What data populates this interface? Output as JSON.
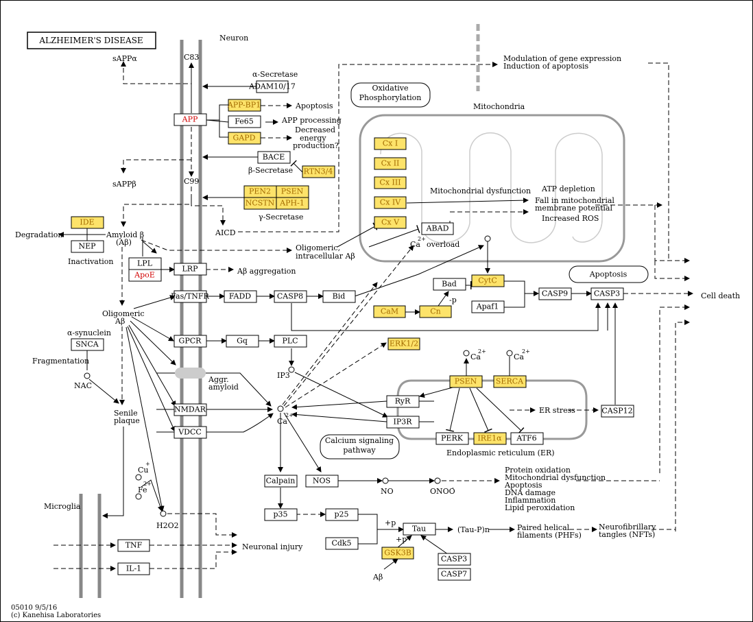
{
  "title": "ALZHEIMER'S DISEASE",
  "footer": {
    "id_line": "05010 9/5/16",
    "copyright": "(c) Kanehisa Laboratories"
  },
  "colors": {
    "highlight": "#fde36a",
    "highlight_text": "#a36b00",
    "red_text": "#d00000",
    "membrane": "#888888"
  },
  "nodes": {
    "adam1017": "ADAM10/17",
    "app_bp1": "APP-BP1",
    "app": "APP",
    "fe65": "Fe65",
    "gapd": "GAPD",
    "bace": "BACE",
    "rtn34": "RTN3/4",
    "pen2": "PEN2",
    "psen1": "PSEN",
    "ncstn": "NCSTN",
    "aph1": "APH-1",
    "ide": "IDE",
    "nep": "NEP",
    "lpl": "LPL",
    "apoe": "ApoE",
    "lrp": "LRP",
    "fastnfr": "Fas/TNFR",
    "fadd": "FADD",
    "casp8": "CASP8",
    "bid": "Bid",
    "gpcr": "GPCR",
    "gq": "Gq",
    "plc": "PLC",
    "snca": "SNCA",
    "nmdar": "NMDAR",
    "vdcc": "VDCC",
    "cx1": "Cx I",
    "cx2": "Cx II",
    "cx3": "Cx III",
    "cx4": "Cx IV",
    "cx5": "Cx V",
    "abad": "ABAD",
    "bad": "Bad",
    "cytc": "CytC",
    "apaf1": "Apaf1",
    "casp9": "CASP9",
    "casp3a": "CASP3",
    "cam": "CaM",
    "cn": "Cn",
    "erk12": "ERK1/2",
    "psen2": "PSEN",
    "serca": "SERCA",
    "ryr": "RyR",
    "ip3r": "IP3R",
    "perk": "PERK",
    "ire1a": "IRE1α",
    "atf6": "ATF6",
    "casp12": "CASP12",
    "calpain": "Calpain",
    "nos": "NOS",
    "p35": "p35",
    "p25": "p25",
    "cdk5": "Cdk5",
    "tau": "Tau",
    "gsk3b": "GSK3B",
    "casp3b": "CASP3",
    "casp7": "CASP7",
    "tnf": "TNF",
    "il1": "IL-1"
  },
  "labels": {
    "neuron": "Neuron",
    "sappa": "sAPPα",
    "c83": "C83",
    "alpha_secretase": "α-Secretase",
    "apoptosis1": "Apoptosis",
    "app_processing": "APP processing",
    "decreased": "Decreased",
    "energy": "energy",
    "production": "production?",
    "beta_secretase": "β-Secretase",
    "sappb": "sAPPβ",
    "c99": "C99",
    "gamma_secretase": "γ-Secretase",
    "aicd": "AICD",
    "degradation": "Degradation",
    "amyloid_b": "Amyloid β",
    "ab_paren": "(Aβ)",
    "inactivation": "Inactivation",
    "ab_aggregation": "Aβ aggregation",
    "oligomeric_i1": "Oligomeric,",
    "oligomeric_i2": "intracellular Aβ",
    "oligomeric1": "Oligomeric",
    "oligomeric2": "Aβ",
    "alpha_synuclein": "α-synuclein",
    "fragmentation": "Fragmentation",
    "nac": "NAC",
    "senile1": "Senile",
    "senile2": "plaque",
    "aggr1": "Aggr.",
    "aggr2": "amyloid",
    "ip3": "IP3",
    "ca_center": "Ca",
    "ca_center_sup": "2+",
    "ox1": "Oxidative",
    "ox2": "Phosphorylation",
    "mitochondria": "Mitochondria",
    "mito_dys": "Mitochondrial dysfunction",
    "atp_depletion": "ATP depletion",
    "fall1": "Fall in mitochondrial",
    "fall2": "membrane potential",
    "increased_ros": "Increased ROS",
    "ca_overload_ca": "Ca",
    "ca_overload_sup": "2+",
    "ca_overload": "overload",
    "modulation": "Modulation of gene expression",
    "induction": "Induction of apoptosis",
    "apoptosis_box": "Apoptosis",
    "cell_death": "Cell death",
    "minus_p": "-p",
    "ca_psen": "Ca",
    "ca_psen_sup": "2+",
    "ca_serca": "Ca",
    "ca_serca_sup": "2+",
    "er_stress": "ER stress",
    "er": "Endoplasmic reticulum (ER)",
    "calcium1": "Calcium signaling",
    "calcium2": "pathway",
    "no": "NO",
    "onoo": "ONOO",
    "onoo_sup": "-",
    "protein_ox": "Protein oxidation",
    "mito_dys2": "Mitochondrial dysfunction",
    "apoptosis3": "Apoptosis",
    "dna_damage": "DNA damage",
    "inflammation": "Inflammation",
    "lipid_perox": "Lipid peroxidation",
    "microglia": "Microglia",
    "cu": "Cu",
    "cu_sup": "+",
    "fe": "Fe",
    "fe_sup": "2+",
    "h2o2": "H2O2",
    "neuronal_injury": "Neuronal injury",
    "plus_p1": "+p",
    "plus_p2": "+p",
    "ab_bottom": "Aβ",
    "taup": "(Tau-P)n",
    "phf1": "Paired helical",
    "phf2": "filaments (PHFs)",
    "nft1": "Neurofibrillary",
    "nft2": "tangles (NFTs)"
  }
}
